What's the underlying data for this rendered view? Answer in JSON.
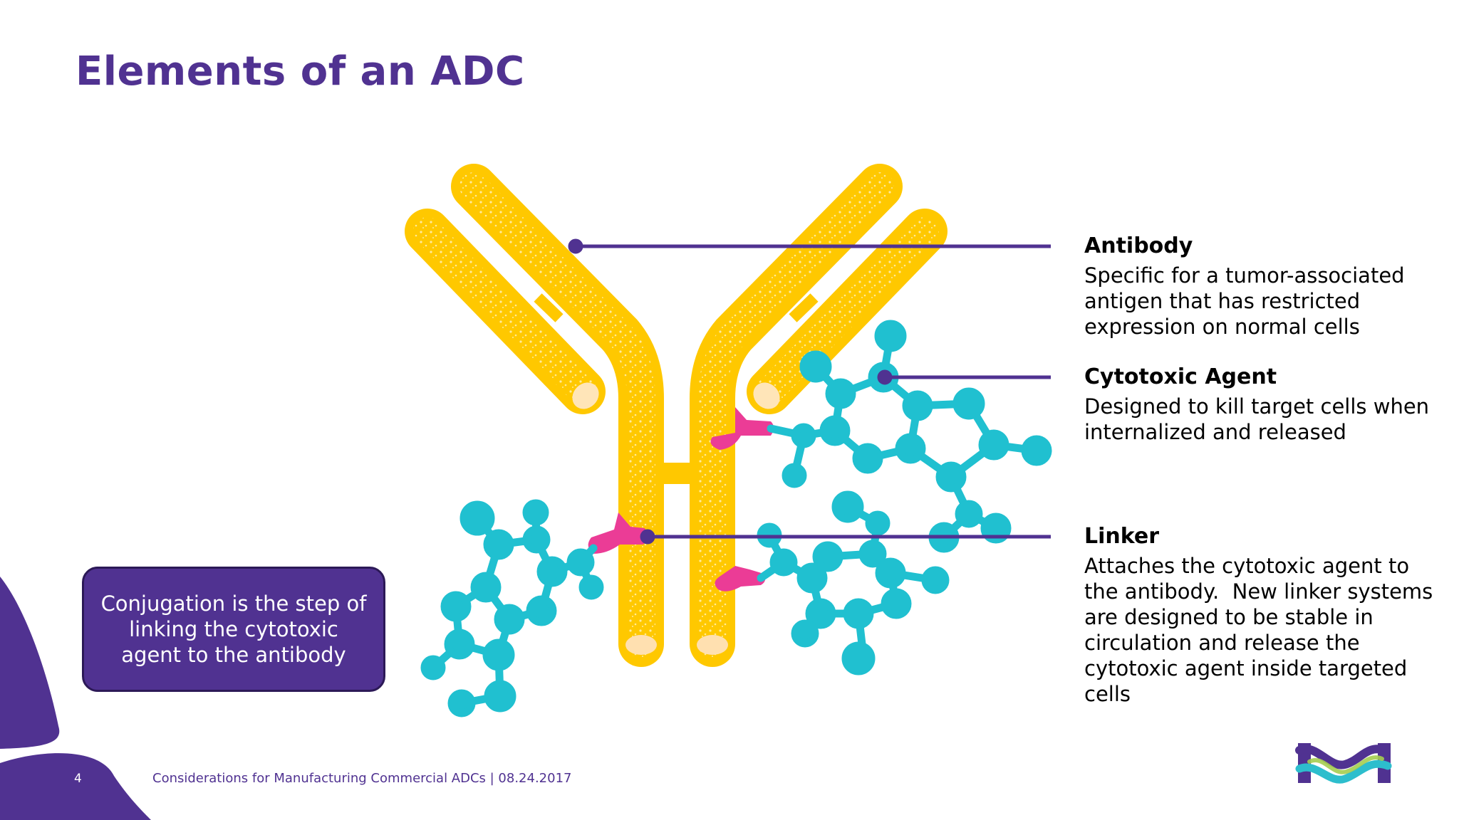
{
  "slide": {
    "title": "Elements of an ADC",
    "page_number": "4",
    "footer": "Considerations for Manufacturing Commercial ADCs | 08.24.2017"
  },
  "labels": [
    {
      "heading": "Antibody",
      "body": "Specific for a tumor-associated antigen that has restricted expression on normal cells"
    },
    {
      "heading": "Cytotoxic Agent",
      "body": "Designed to kill target cells when internalized and released"
    },
    {
      "heading": "Linker",
      "body": "Attaches the cytotoxic agent to the antibody.  New linker systems are designed to be stable in circulation and release the cytotoxic agent inside targeted cells"
    }
  ],
  "callout": {
    "text": "Conjugation is the step of linking the cytotoxic agent to the antibody"
  },
  "colors": {
    "brand_purple": "#503291",
    "antibody_yellow": "#FFC800",
    "agent_cyan": "#20C0D0",
    "linker_magenta": "#EB3C96",
    "logo_teal": "#2DBECD"
  }
}
